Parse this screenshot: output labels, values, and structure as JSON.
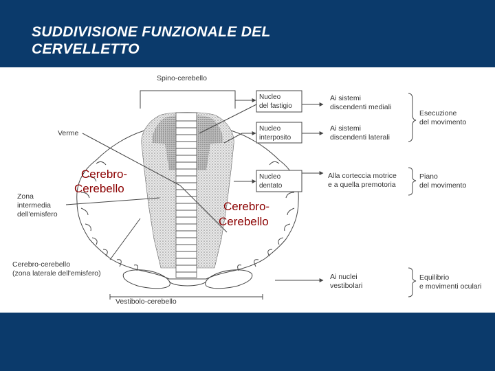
{
  "slide": {
    "title": "SUDDIVISIONE FUNZIONALE DEL\nCERVELLETTO",
    "colors": {
      "background": "#0b3a6b",
      "title": "#ffffff",
      "overlay_text": "#8b0000",
      "figure_bg": "#ffffff"
    }
  },
  "figure": {
    "labels": {
      "spino": "Spino-cerebello",
      "verme": "Verme",
      "zona_1": "Zona",
      "zona_2": "intermedia",
      "zona_3": "dell'emisfero",
      "cerebro_1": "Cerebro-cerebello",
      "cerebro_2": "(zona laterale dell'emisfero)",
      "vestibolo": "Vestibolo-cerebello"
    },
    "nuclei": [
      {
        "line1": "Nucleo",
        "line2": "del fastigio"
      },
      {
        "line1": "Nucleo",
        "line2": "interposito"
      },
      {
        "line1": "Nucleo",
        "line2": "dentato"
      }
    ],
    "targets": [
      {
        "line1": "Ai sistemi",
        "line2": "discendenti mediali"
      },
      {
        "line1": "Ai sistemi",
        "line2": "discendenti laterali"
      },
      {
        "line1": "Alla corteccia motrice",
        "line2": "e a quella premotoria"
      },
      {
        "line1": "Ai nuclei",
        "line2": "vestibolari"
      }
    ],
    "functions": [
      {
        "line1": "Esecuzione",
        "line2": "del movimento"
      },
      {
        "line1": "Piano",
        "line2": "del movimento"
      },
      {
        "line1": "Equilibrio",
        "line2": "e movimenti oculari"
      }
    ],
    "overlays": [
      {
        "line1": "Cerebro-",
        "line2": "Cerebello"
      },
      {
        "line1": "Cerebro-",
        "line2": "Cerebello"
      }
    ]
  }
}
